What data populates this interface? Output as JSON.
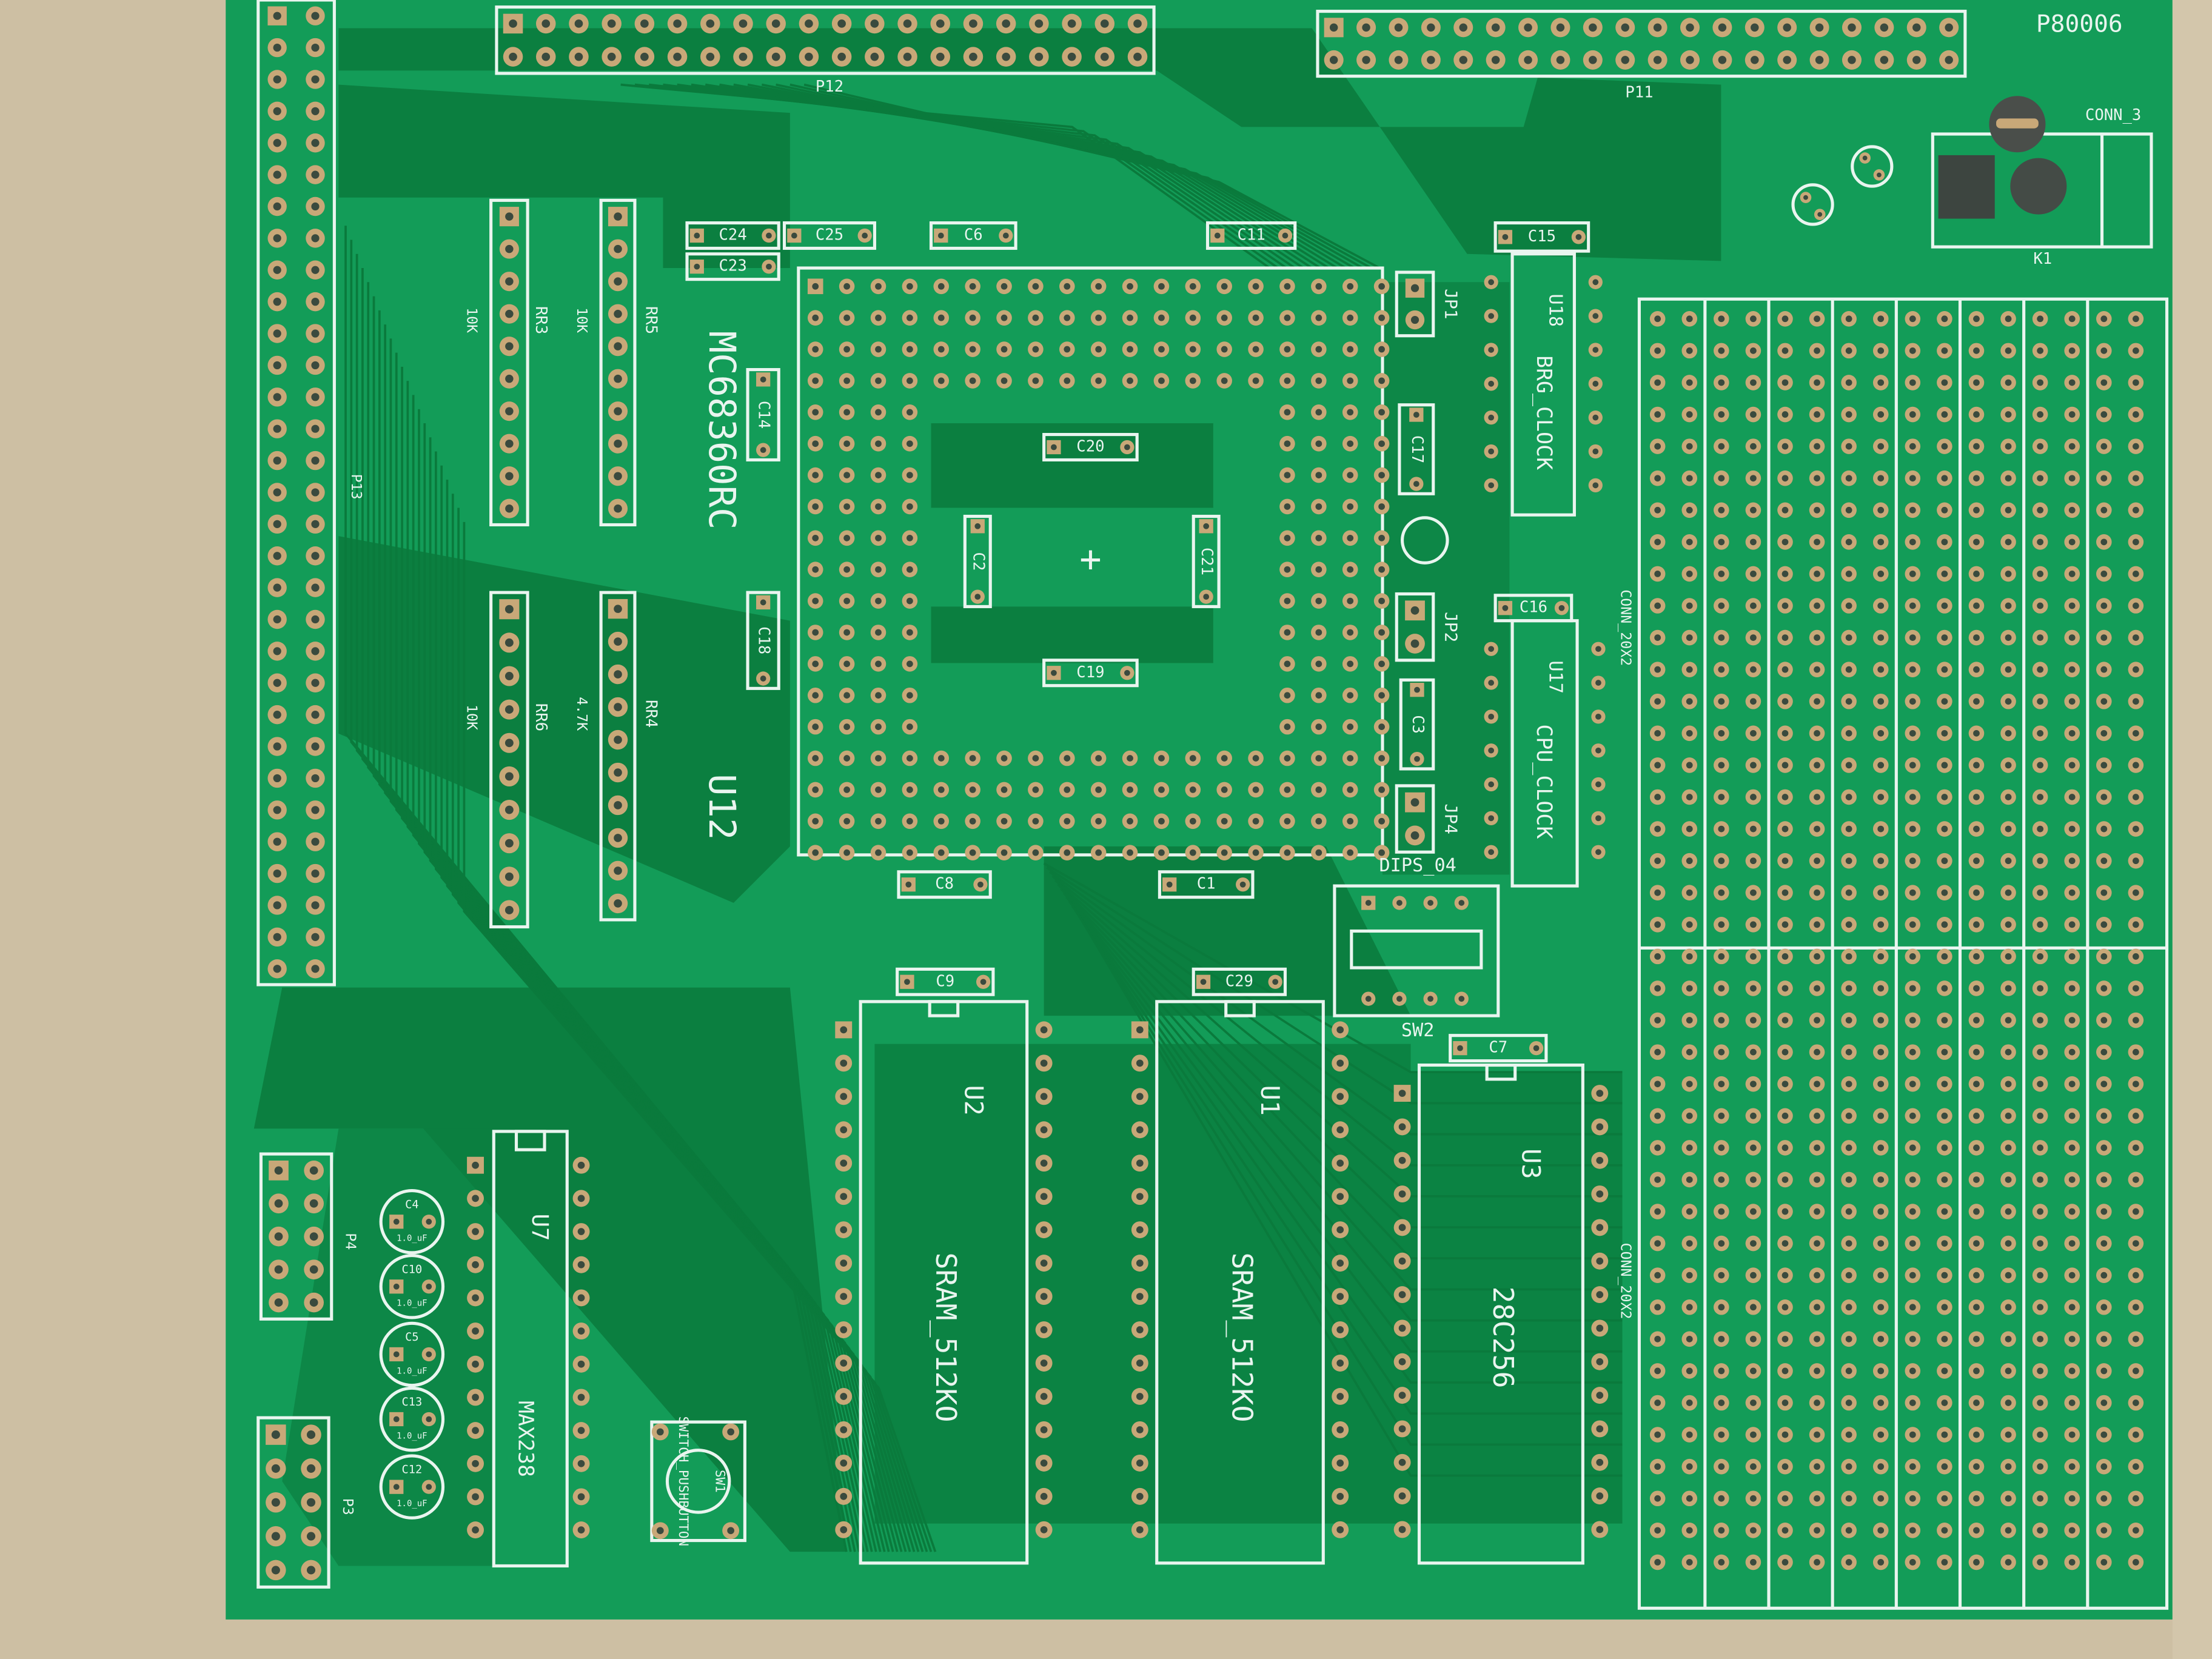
{
  "board": {
    "title_mark": "P80006",
    "colors": {
      "board": "#139c58",
      "pour": "#0b7f40",
      "silkscreen": "#e9f5ef",
      "pad": "#c8a878",
      "background": "#cdbfa3"
    }
  },
  "headers": {
    "p12": "P12",
    "p11": "P11",
    "p13": "P13",
    "p4": "P4",
    "p3": "P3",
    "k1": "K1",
    "conn3": "CONN_3",
    "conn_a": "CONN_20X2",
    "conn_b": "CONN_20X2"
  },
  "resistor_packs": {
    "rr3": {
      "ref": "RR3",
      "value": "10K"
    },
    "rr5": {
      "ref": "RR5",
      "value": "10K"
    },
    "rr6": {
      "ref": "RR6",
      "value": "10K"
    },
    "rr4": {
      "ref": "RR4",
      "value": "4.7K"
    }
  },
  "cpu": {
    "part": "MC68360RC",
    "ref": "U12",
    "center_mark": "+"
  },
  "capacitors": [
    "C24",
    "C25",
    "C6",
    "C11",
    "C23",
    "C15",
    "C14",
    "C20",
    "C2",
    "C21",
    "C18",
    "C19",
    "C17",
    "C16",
    "C3",
    "C8",
    "C1",
    "C9",
    "C29",
    "C7"
  ],
  "jumpers": [
    "JP1",
    "JP2",
    "JP4"
  ],
  "clocks": {
    "u18": {
      "ref": "U18",
      "part": "BRG_CLOCK"
    },
    "u17": {
      "ref": "U17",
      "part": "CPU_CLOCK"
    }
  },
  "dip": {
    "label": "DIPS_04",
    "ref": "SW2"
  },
  "memory": {
    "u2": {
      "ref": "U2",
      "part": "SRAM_512KO"
    },
    "u1": {
      "ref": "U1",
      "part": "SRAM_512KO"
    },
    "u3": {
      "ref": "U3",
      "part": "28C256"
    }
  },
  "serial": {
    "ref": "U7",
    "part": "MAX238",
    "caps": [
      {
        "ref": "C4",
        "value": "1.0_uF"
      },
      {
        "ref": "C10",
        "value": "1.0_uF"
      },
      {
        "ref": "C5",
        "value": "1.0_uF"
      },
      {
        "ref": "C13",
        "value": "1.0_uF"
      },
      {
        "ref": "C12",
        "value": "1.0_uF"
      }
    ]
  },
  "switch": {
    "ref": "SW1",
    "part": "SWITCH_PUSHBUTTON"
  }
}
